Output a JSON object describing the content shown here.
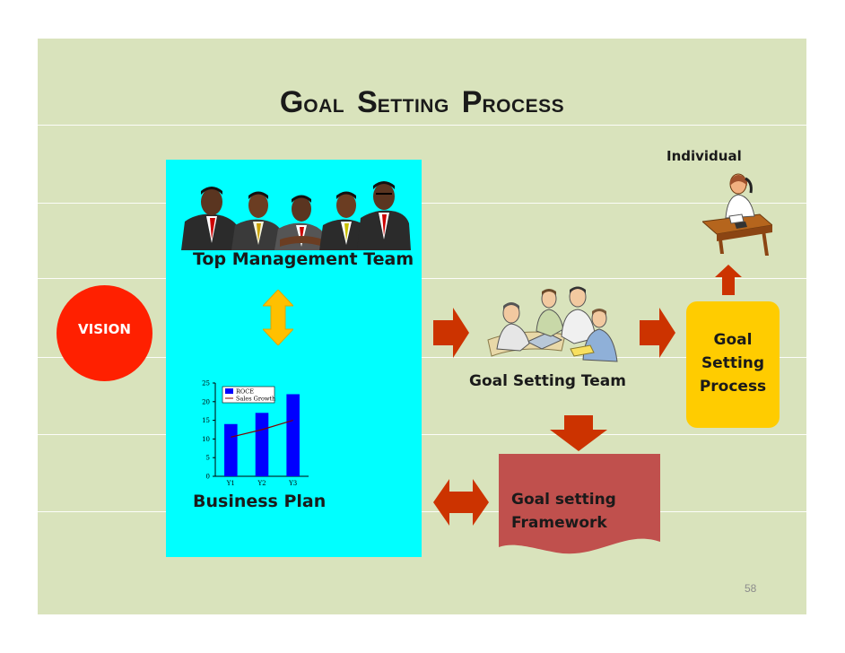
{
  "title": {
    "word1": {
      "initial": "G",
      "rest": "OAL"
    },
    "word2": {
      "initial": "S",
      "rest": "ETTING"
    },
    "word3": {
      "initial": "P",
      "rest": "ROCESS"
    }
  },
  "labels": {
    "top_management_team": "Top Management Team",
    "business_plan": "Business Plan",
    "vision": "VISION",
    "goal_setting_team": "Goal Setting Team",
    "individual": "Individual",
    "goal_setting_process": [
      "Goal",
      "Setting",
      "Process"
    ],
    "framework": [
      "Goal setting",
      "Framework"
    ]
  },
  "page_number": "58",
  "colors": {
    "slide_bg": "#d9e3bc",
    "cyan_panel": "#00ffff",
    "vision_red": "#ff2000",
    "process_yellow": "#ffcc00",
    "arrow_red": "#cc3300",
    "framework_box": "#c0504d",
    "chart_bar": "#0000ff",
    "chart_line": "#800000"
  },
  "icons": {
    "management": "business-team-clipart",
    "team": "meeting-team-clipart",
    "individual": "phone-desk-person-clipart",
    "double_arrow": "double-arrow"
  },
  "chart_data": {
    "type": "bar",
    "categories": [
      "Y1",
      "Y2",
      "Y3"
    ],
    "series": [
      {
        "name": "ROCE",
        "kind": "bar",
        "values": [
          14,
          17,
          22
        ]
      },
      {
        "name": "Sales Growth",
        "kind": "line",
        "values": [
          10.5,
          12.5,
          15
        ]
      }
    ],
    "yticks": [
      0,
      5,
      10,
      15,
      20,
      25
    ],
    "ylim": [
      0,
      25
    ],
    "legend": "top-left"
  }
}
